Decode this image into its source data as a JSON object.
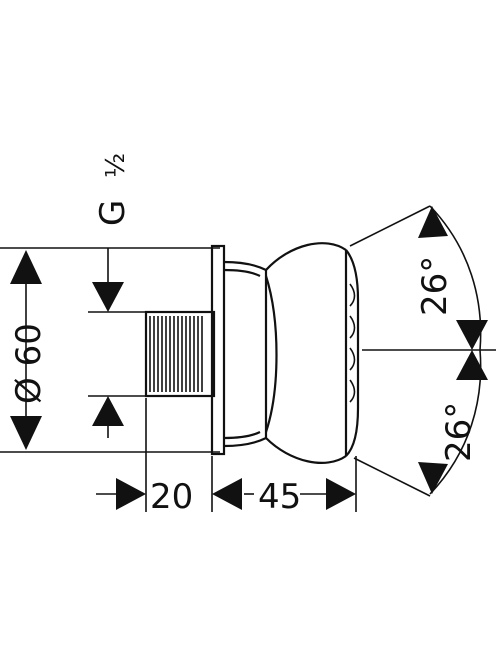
{
  "drawing": {
    "type": "technical-dimension-drawing",
    "dimensions": {
      "diameter": "Ø 60",
      "thread_letter": "G",
      "thread_size": "1/2",
      "thread_fraction_display": "½",
      "depth_connection": "20",
      "depth_body": "45",
      "angle_upper": "26°",
      "angle_lower": "26°"
    },
    "colors": {
      "line": "#111111",
      "background": "#ffffff"
    }
  }
}
